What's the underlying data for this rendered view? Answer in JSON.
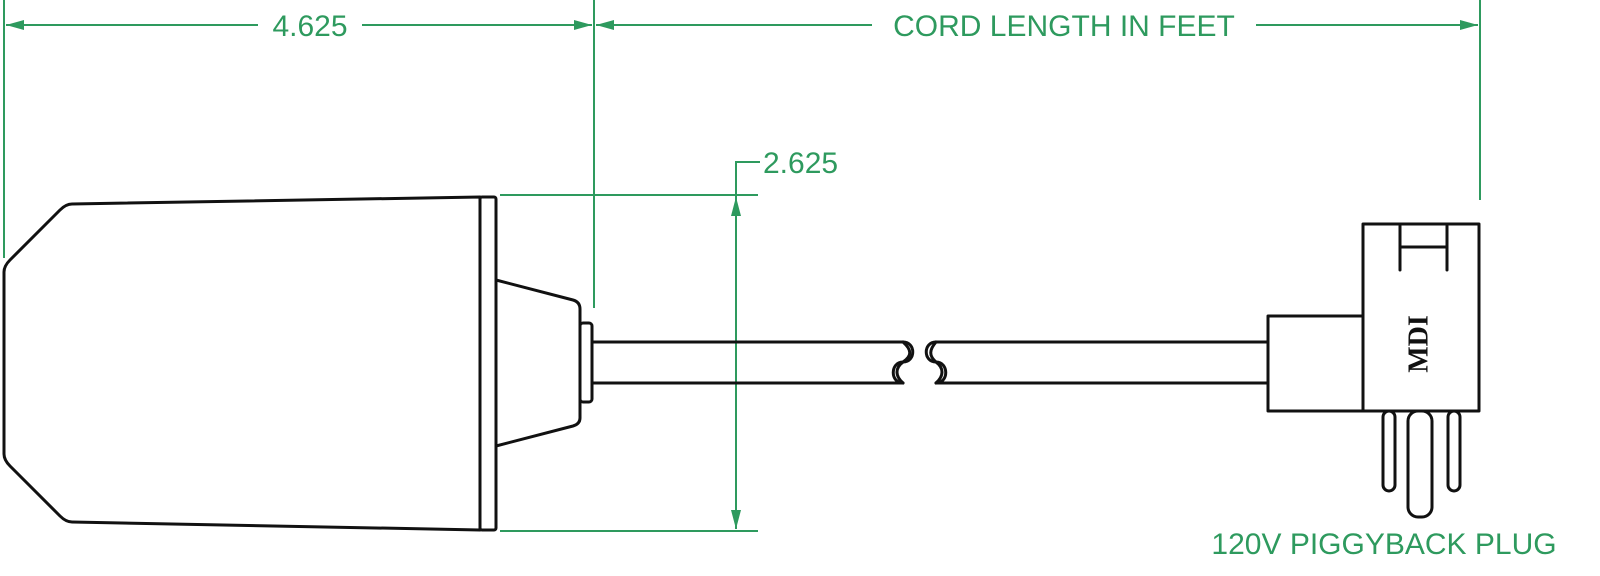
{
  "colors": {
    "dimension": "#2e9a5e",
    "outline": "#111111",
    "background": "#ffffff"
  },
  "dimensions": {
    "body_length": "4.625",
    "cord_length": "CORD LENGTH IN FEET",
    "body_height": "2.625"
  },
  "plug": {
    "brand": "MDI",
    "caption": "120V PIGGYBACK PLUG"
  }
}
